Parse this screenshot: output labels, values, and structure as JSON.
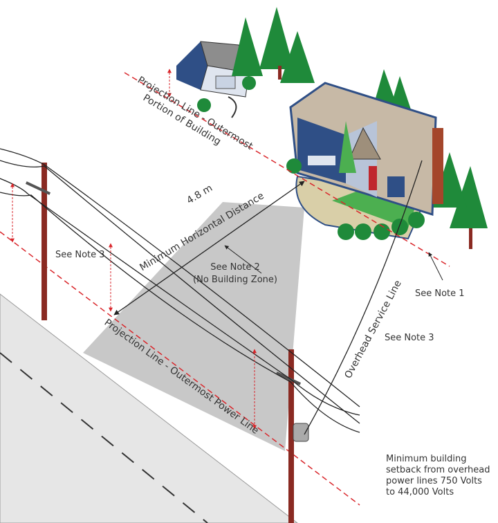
{
  "labels": {
    "building_projection_line1": "Projection Line - Outermost",
    "building_projection_line2": "Portion of Building",
    "distance_value": "4.8 m",
    "distance_label": "Minimum Horizontal Distance",
    "note2_line1": "See Note 2",
    "note2_line2": "(No Building Zone)",
    "note3_left": "See Note 3",
    "note3_right": "See Note 3",
    "note1": "See Note 1",
    "service_line": "Overhead Service Line",
    "power_projection_line": "Projection Line - Outermost Power Line",
    "caption": [
      "Minimum building",
      "setback from overhead",
      "power lines 750 Volts",
      "to 44,000 Volts"
    ]
  },
  "colors": {
    "projection_line": "#d9262b",
    "pole": "#8a2a22",
    "road": "#e6e6e6",
    "no_build_zone": "#c8c8c8",
    "house_blue": "#2f4f86",
    "roof": "#c7b9a6",
    "tree": "#1f8a3a"
  }
}
